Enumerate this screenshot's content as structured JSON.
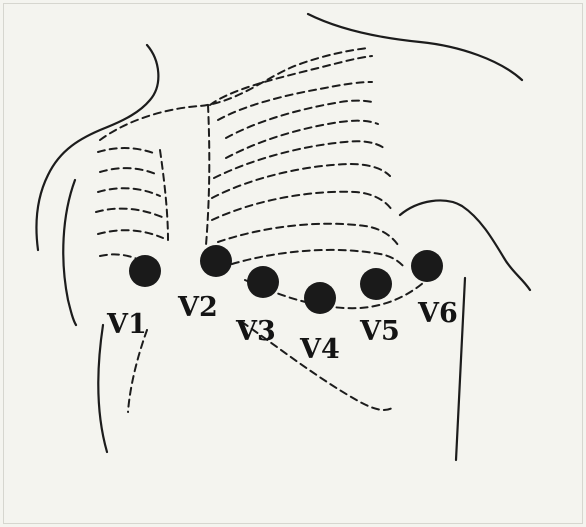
{
  "electrodes": [
    {
      "id": "v1",
      "label": "V1"
    },
    {
      "id": "v2",
      "label": "V2"
    },
    {
      "id": "v3",
      "label": "V3"
    },
    {
      "id": "v4",
      "label": "V4"
    },
    {
      "id": "v5",
      "label": "V5"
    },
    {
      "id": "v6",
      "label": "V6"
    }
  ],
  "colors": {
    "ink": "#1c1c1c",
    "electrode": "#1a1a1a",
    "background": "#f4f4ef"
  }
}
